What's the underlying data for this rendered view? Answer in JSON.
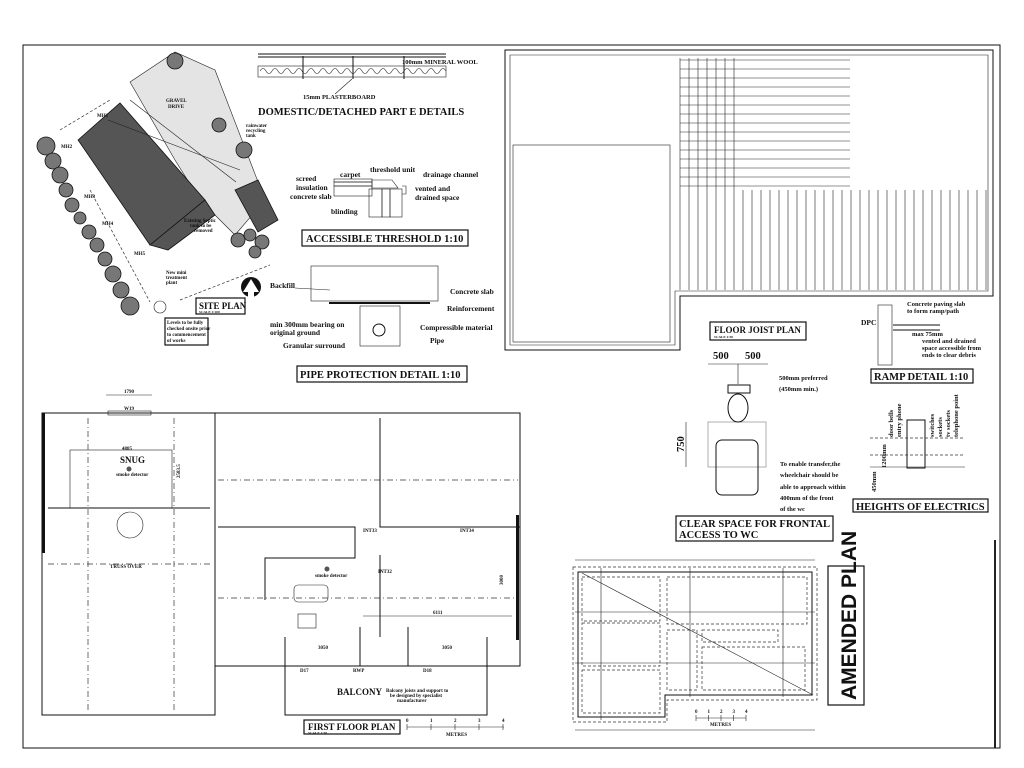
{
  "part_e": {
    "mineral_wool": "100mm MINERAL WOOL",
    "plasterboard": "15mm PLASTERBOARD",
    "title": "DOMESTIC/DETACHED PART E DETAILS"
  },
  "site_plan": {
    "title": "SITE PLAN",
    "scale": "SCALE 1:200",
    "gravel_1": "GRAVEL",
    "gravel_2": "DRIVE",
    "septic_1": "Existing Septic",
    "septic_2": "tank to be",
    "septic_3": "removed",
    "rainwater_1": "rainwater",
    "rainwater_2": "recycling",
    "rainwater_3": "tank",
    "treatment_1": "New mini",
    "treatment_2": "treatment",
    "treatment_3": "plant",
    "levels_1": "Levels to be fully",
    "levels_2": "checked onsite prior",
    "levels_3": "to commencement",
    "levels_4": "of works",
    "mh": [
      "MH1",
      "MH2",
      "MH3",
      "MH4",
      "MH5"
    ]
  },
  "threshold": {
    "title": "ACCESSIBLE THRESHOLD 1:10",
    "labels": {
      "screed": "screed",
      "insulation": "insulation",
      "concrete_slab": "concrete slab",
      "blinding": "blinding",
      "carpet": "carpet",
      "threshold_unit": "threshold unit",
      "drainage_channel": "drainage channel",
      "vented_1": "vented and",
      "vented_2": "drained space"
    }
  },
  "pipe": {
    "title": "PIPE PROTECTION DETAIL 1:10",
    "labels": {
      "backfill": "Backfill",
      "concrete_slab": "Concrete slab",
      "reinforcement": "Reinforcement",
      "bearing_1": "min 300mm bearing on",
      "bearing_2": "original ground",
      "compressible": "Compressible material",
      "pipe": "Pipe",
      "granular": "Granular surround"
    }
  },
  "joist_plan": {
    "title": "FLOOR JOIST PLAN",
    "scale": "SCALE 1:50"
  },
  "ramp": {
    "title": "RAMP DETAIL 1:10",
    "slab_1": "Concrete paving slab",
    "slab_2": "to form ramp/path",
    "dpc": "DPC",
    "max": "max 75mm",
    "vent_1": "vented and drained",
    "vent_2": "space accessible from",
    "vent_3": "ends to clear debris"
  },
  "wc": {
    "dim_left": "500",
    "dim_right": "500",
    "dim_depth": "750",
    "pref_1": "500mm preferred",
    "pref_2": "(450mm min.)",
    "note": [
      "To enable transfer,the",
      "wheelchair should be",
      "able to approach within",
      "400mm of the front",
      "of the wc"
    ],
    "title_1": "CLEAR SPACE FOR FRONTAL",
    "title_2": "ACCESS TO WC"
  },
  "electrics": {
    "title": "HEIGHTS OF ELECTRICS",
    "door_bells": "door bells",
    "entry_phone": "entry phone",
    "switches": "switches",
    "sockets": "sockets",
    "tv_sockets": "tv sockets",
    "telephone": "telephone point",
    "h1200": "1200mm",
    "h450": "450mm"
  },
  "first_floor": {
    "title": "FIRST FLOOR PLAN",
    "scale": "SCALE 1:50",
    "dim_1790": "1790",
    "w19": "W19",
    "dim_4885": "4885",
    "snug": "SNUG",
    "smoke_1": "smoke detector",
    "dim_2583": "2583.5",
    "truss": "TRUSS OVER",
    "int33": "INT33",
    "int34": "INT34",
    "int32": "INT32",
    "smoke_2": "smoke detector",
    "dim_3000": "3000",
    "dim_6111": "6111",
    "dim_3050a": "3050",
    "dim_3050b": "3050",
    "d17": "D17",
    "rwp": "RWP",
    "d18": "D18",
    "balcony": "BALCONY",
    "balcony_note": [
      "Balcony joists and support to",
      "be designed by specialist",
      "manufacturer"
    ],
    "scale_ticks": [
      "0",
      "1",
      "2",
      "3",
      "4"
    ],
    "scale_unit": "METRES"
  },
  "foundation": {
    "scale_ticks": [
      "0",
      "1",
      "2",
      "3",
      "4"
    ],
    "scale_unit": "METRES"
  },
  "stamp": {
    "text": "AMENDED PLAN"
  }
}
